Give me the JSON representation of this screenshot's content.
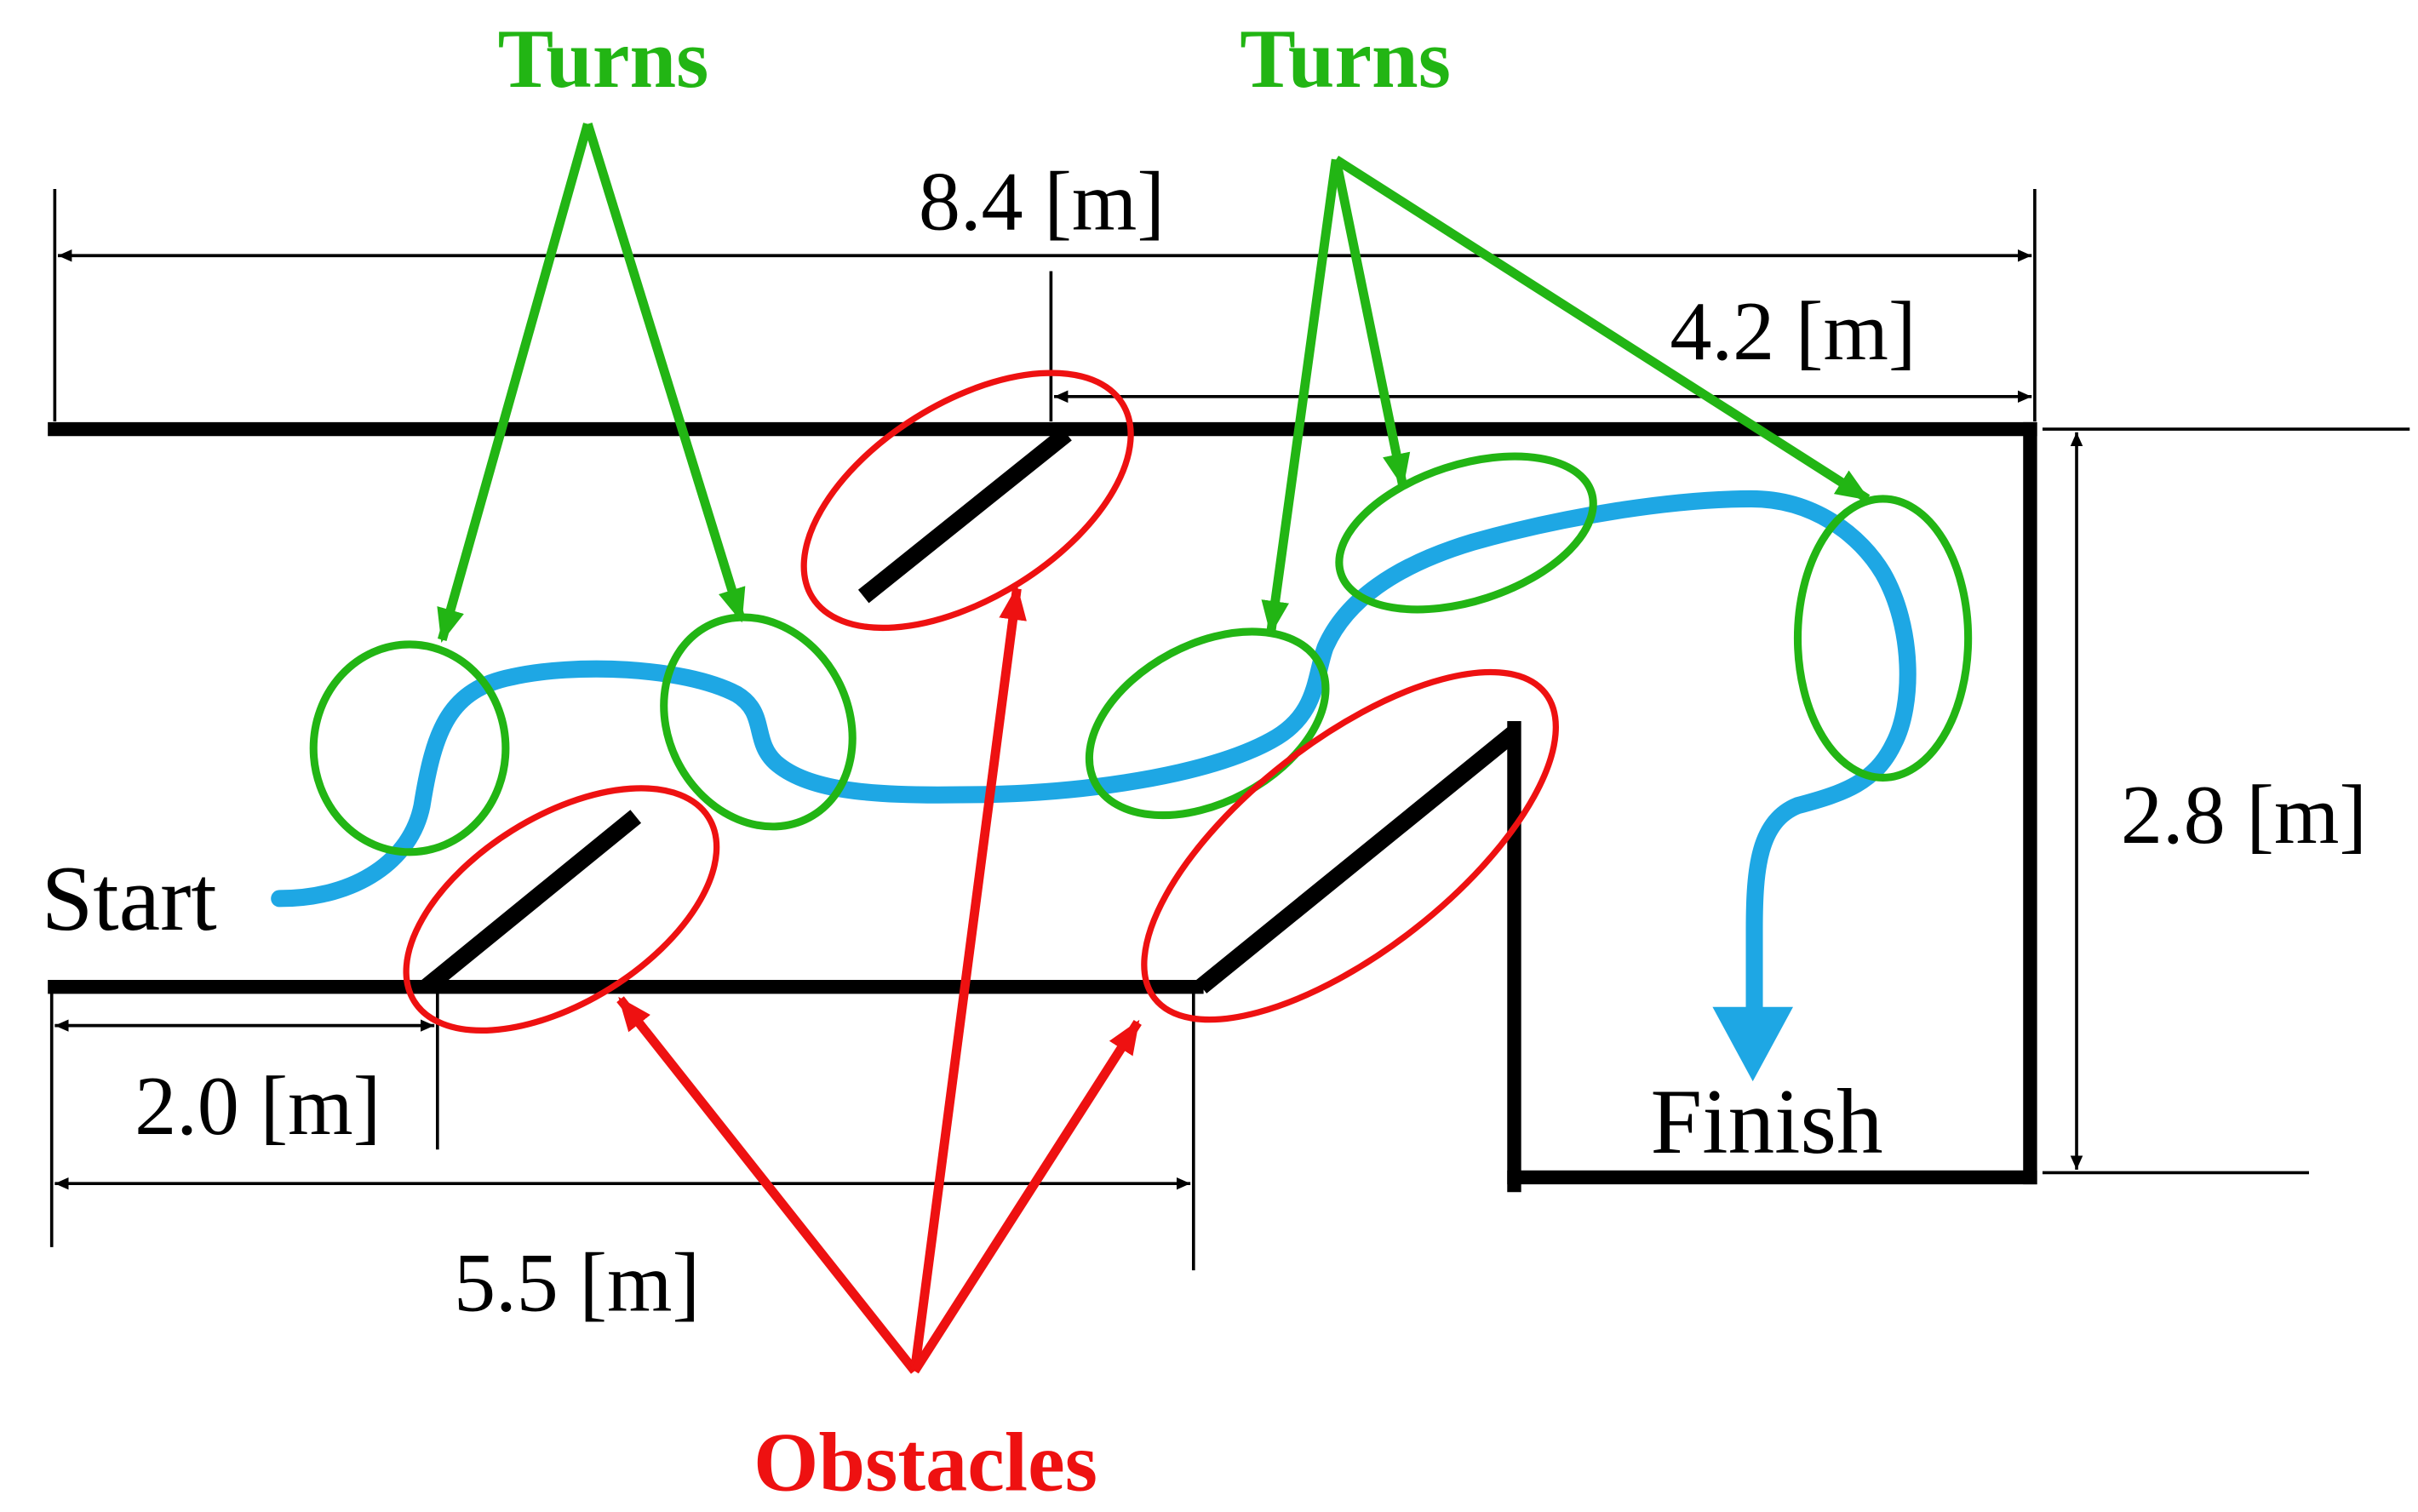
{
  "labels": {
    "turns_left": "Turns",
    "turns_right": "Turns",
    "obstacles": "Obstacles",
    "start": "Start",
    "finish": "Finish"
  },
  "dimensions": {
    "total_length": "8.4 [m]",
    "right_section": "4.2 [m]",
    "height": "2.8 [m]",
    "first_obstacle": "2.0 [m]",
    "second_obstacle": "5.5 [m]"
  },
  "colors": {
    "wall": "#000000",
    "path": "#1ea7e4",
    "turns": "#22b514",
    "obstacles": "#ee1111",
    "text": "#000000"
  }
}
